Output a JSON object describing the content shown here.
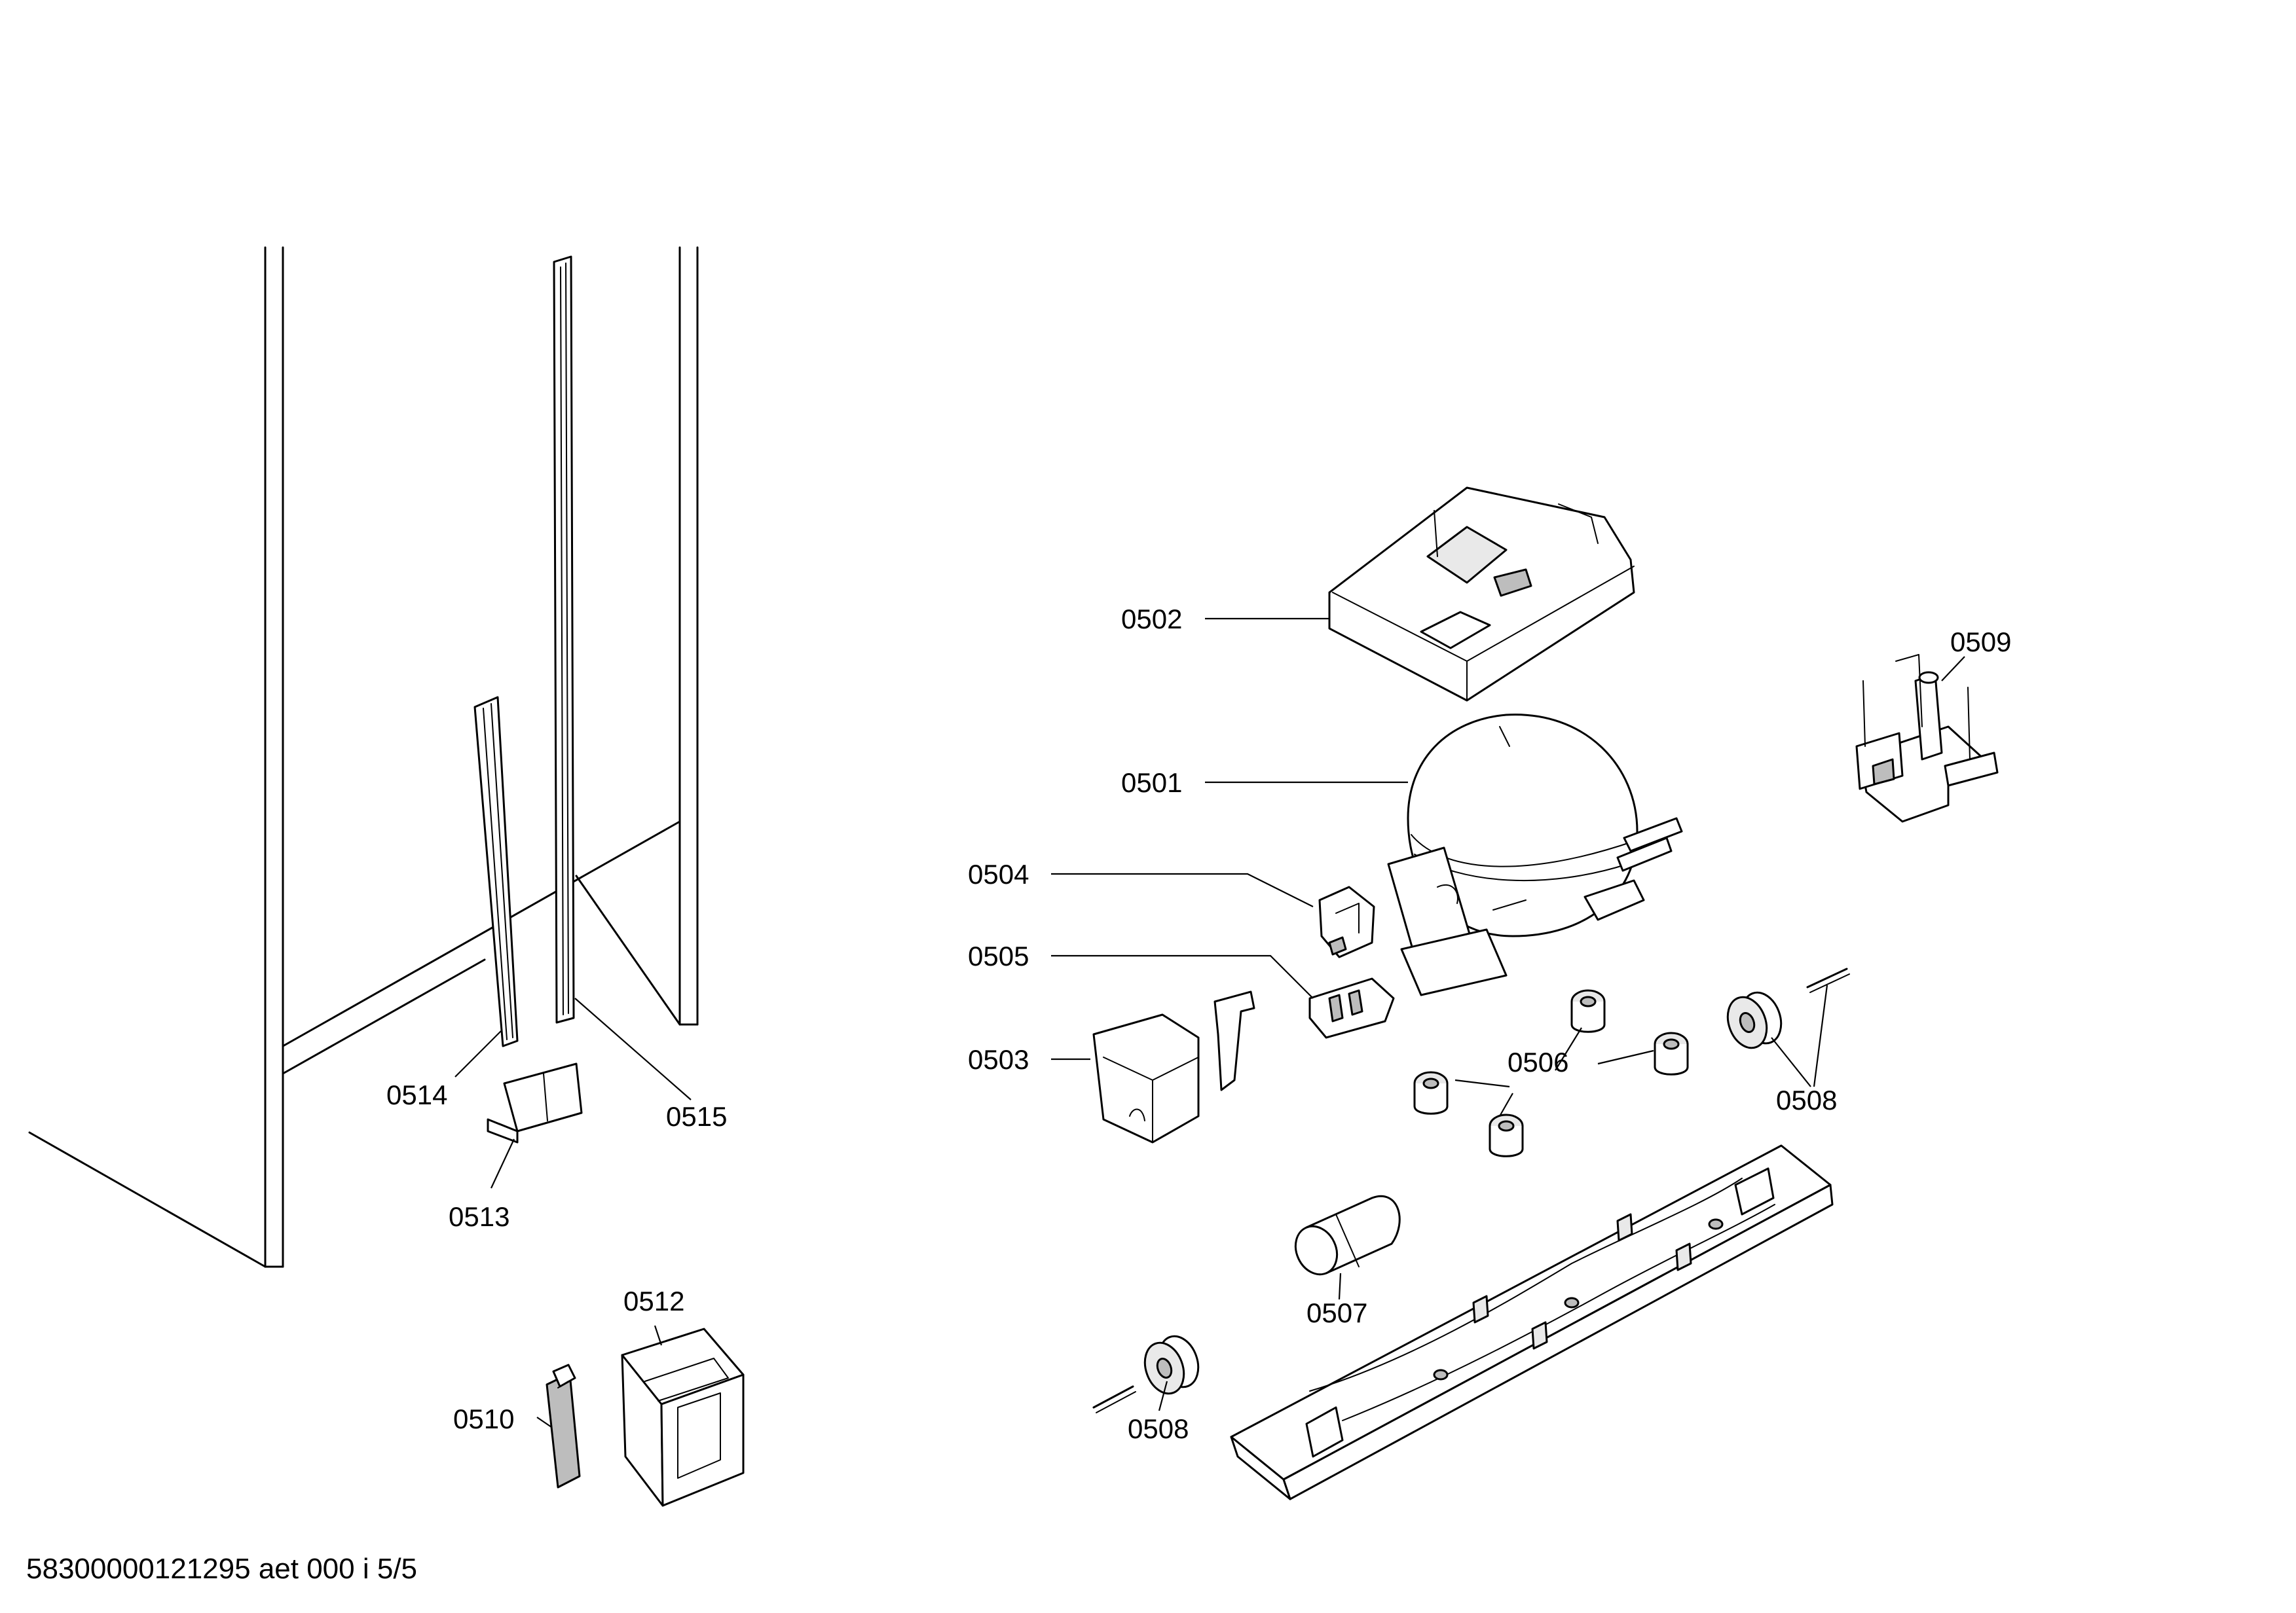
{
  "document_id": "58300000121295 aet 000 i 5/5",
  "parts": [
    {
      "key": "p0502",
      "label": "0502"
    },
    {
      "key": "p0501",
      "label": "0501"
    },
    {
      "key": "p0504",
      "label": "0504"
    },
    {
      "key": "p0505",
      "label": "0505"
    },
    {
      "key": "p0503",
      "label": "0503"
    },
    {
      "key": "p0506",
      "label": "0506"
    },
    {
      "key": "p0508a",
      "label": "0508"
    },
    {
      "key": "p0508b",
      "label": "0508"
    },
    {
      "key": "p0507",
      "label": "0507"
    },
    {
      "key": "p0509",
      "label": "0509"
    },
    {
      "key": "p0510",
      "label": "0510"
    },
    {
      "key": "p0512",
      "label": "0512"
    },
    {
      "key": "p0513",
      "label": "0513"
    },
    {
      "key": "p0514",
      "label": "0514"
    },
    {
      "key": "p0515",
      "label": "0515"
    }
  ]
}
